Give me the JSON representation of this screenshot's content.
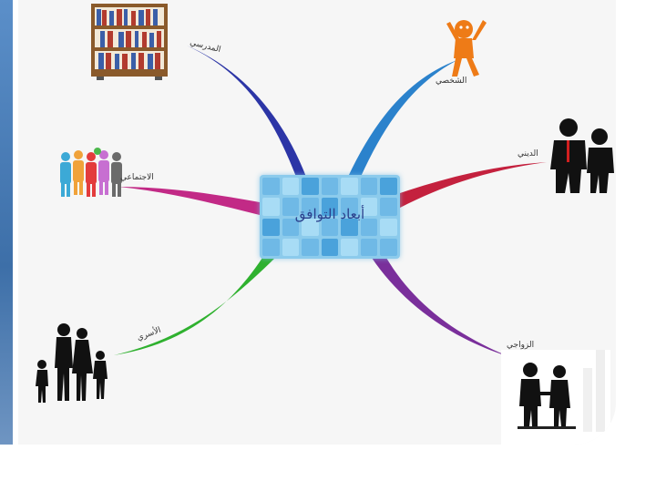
{
  "center": {
    "label": "أبعاد التوافق"
  },
  "branches": [
    {
      "id": "school",
      "label": "المدرسي",
      "color": "#2c35a6"
    },
    {
      "id": "personal",
      "label": "الشخصي",
      "color": "#2b82cc"
    },
    {
      "id": "social",
      "label": "الاجتماعي",
      "color": "#c22a86"
    },
    {
      "id": "religious",
      "label": "الديني",
      "color": "#c4213e"
    },
    {
      "id": "family",
      "label": "الأسري",
      "color": "#2fb12f"
    },
    {
      "id": "marital",
      "label": "الزواجي",
      "color": "#7a2f9b"
    }
  ],
  "icons": {
    "school": "bookshelf-icon",
    "personal": "happy-person-icon",
    "social": "group-of-people-icon",
    "religious": "two-men-talking-icon",
    "family": "family-silhouette-icon",
    "marital": "couple-silhouette-icon"
  }
}
